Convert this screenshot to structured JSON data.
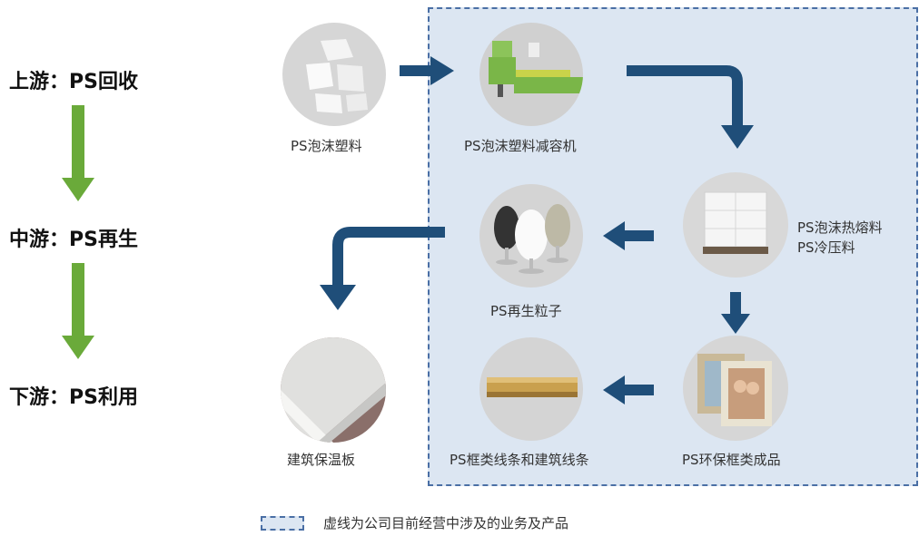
{
  "stages": {
    "upstream": "上游：PS回收",
    "midstream": "中游：PS再生",
    "downstream": "下游：PS利用"
  },
  "nodes": {
    "ps_foam": "PS泡沫塑料",
    "foam_compactor": "PS泡沫塑料减容机",
    "hot_melt": "PS泡沫热熔料",
    "cold_press": "PS冷压料",
    "recycled_pellets": "PS再生粒子",
    "frame_products": "PS环保框类成品",
    "frame_lines": "PS框类线条和建筑线条",
    "insulation_board": "建筑保温板"
  },
  "legend": {
    "text": "虚线为公司目前经营中涉及的业务及产品"
  },
  "colors": {
    "flow_arrow": "#1f4e79",
    "stage_arrow": "#6aaa3a",
    "scope_fill": "#dce6f2",
    "scope_border": "#4a6fa5"
  }
}
